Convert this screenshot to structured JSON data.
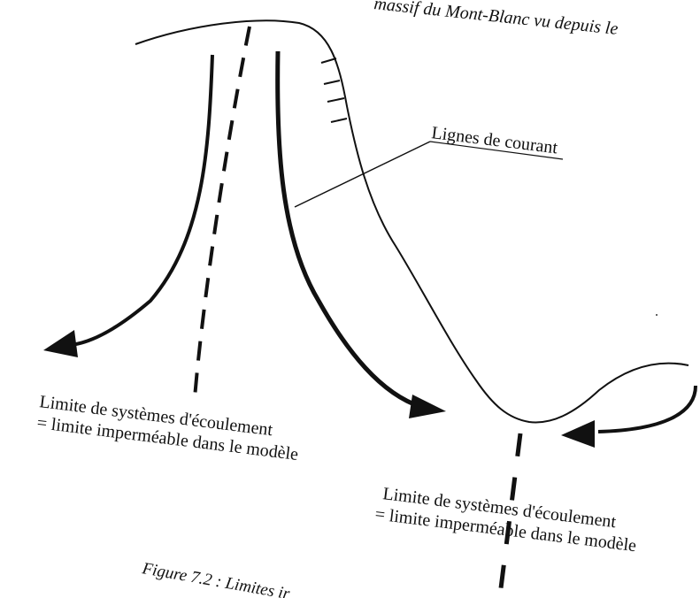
{
  "title_fragment": "massif du Mont-Blanc vu depuis le",
  "streamlines_label": "Lignes de courant",
  "left_boundary": {
    "line1": "Limite de systèmes d'écoulement",
    "line2": "= limite imperméable dans le modèle"
  },
  "right_boundary": {
    "line1": "Limite de systèmes d'écoulement",
    "line2": "= limite imperméable dans le modèle"
  },
  "caption_fragment": "Figure 7.2 : Limites ir",
  "colors": {
    "ink": "#111111",
    "background": "#ffffff"
  }
}
